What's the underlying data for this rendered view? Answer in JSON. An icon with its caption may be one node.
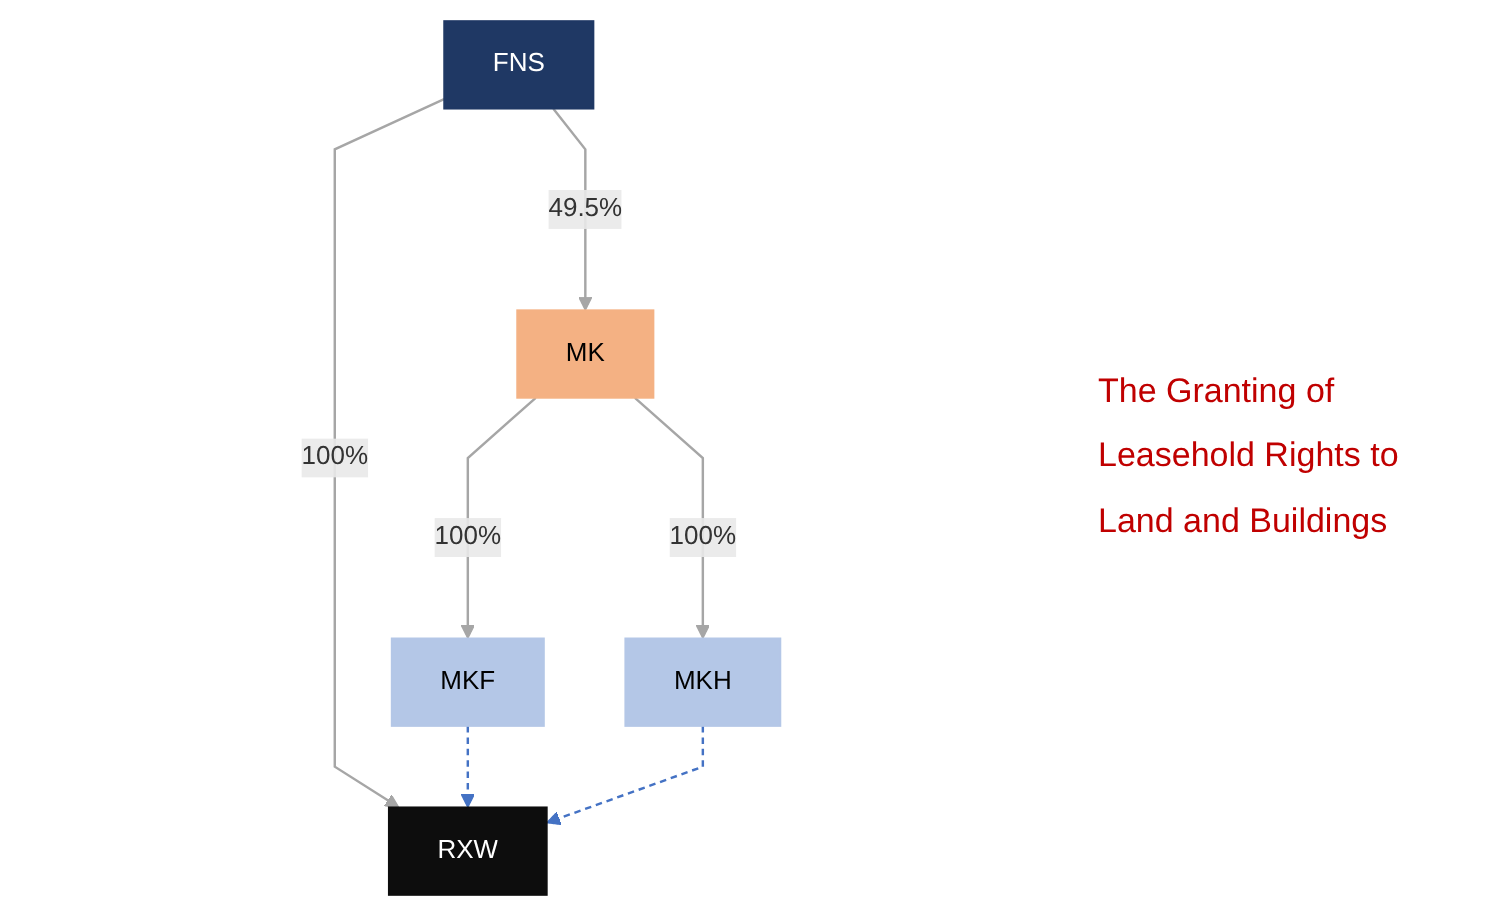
{
  "diagram": {
    "nodes": [
      {
        "text": [
          "FNS"
        ]
      },
      {
        "text": [
          "MK"
        ]
      },
      {
        "text": [
          "RXW"
        ]
      },
      {
        "text": [
          "MKF"
        ]
      },
      {
        "text": [
          "MKH"
        ]
      }
    ],
    "edges": [
      {
        "from": 0,
        "to": 1,
        "arrow": "to",
        "label": "49.5%"
      },
      {
        "from": 0,
        "to": 2,
        "arrow": "to",
        "label": "100%"
      },
      {
        "from": 1,
        "to": 3,
        "arrow": "to",
        "label": "100%"
      },
      {
        "from": 1,
        "to": 4,
        "arrow": "to",
        "label": "100%"
      },
      {
        "from": 3,
        "to": 2,
        "arrow": "to",
        "style": "dashed",
        "color": "#4472c4"
      },
      {
        "from": 4,
        "to": 2,
        "arrow": "to",
        "style": "dashed",
        "color": "#4472c4"
      }
    ],
    "labels": [
      "The Granting of Leasehold Rights to Land and Buildings"
    ]
  }
}
